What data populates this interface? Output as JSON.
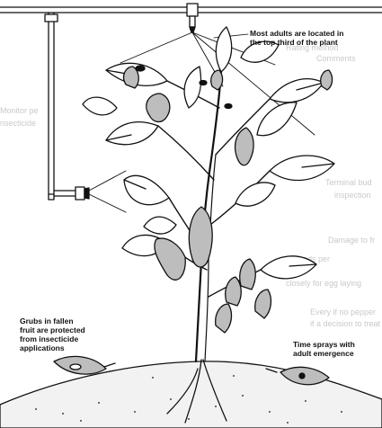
{
  "annotations": {
    "top_callout": [
      "Most adults are located in",
      "the top third of the plant"
    ],
    "left_callout": [
      "Grubs in fallen",
      "fruit are protected",
      "from insecticide",
      "applications"
    ],
    "right_callout": [
      "Time sprays with",
      "adult emergence"
    ]
  },
  "background_text": [
    "Rating method",
    "Comments",
    "Monitor pe",
    "nsecticide",
    "Terminal bud",
    "inspection",
    "Damage to fr",
    "Every if no pepper",
    "if a decision to treat",
    "seconds per",
    "closely for egg laying"
  ],
  "colors": {
    "ink": "#111111",
    "fruit": "#bdbdbd",
    "soil": "#f2f2f2",
    "ghost": "#c9c9c9"
  }
}
